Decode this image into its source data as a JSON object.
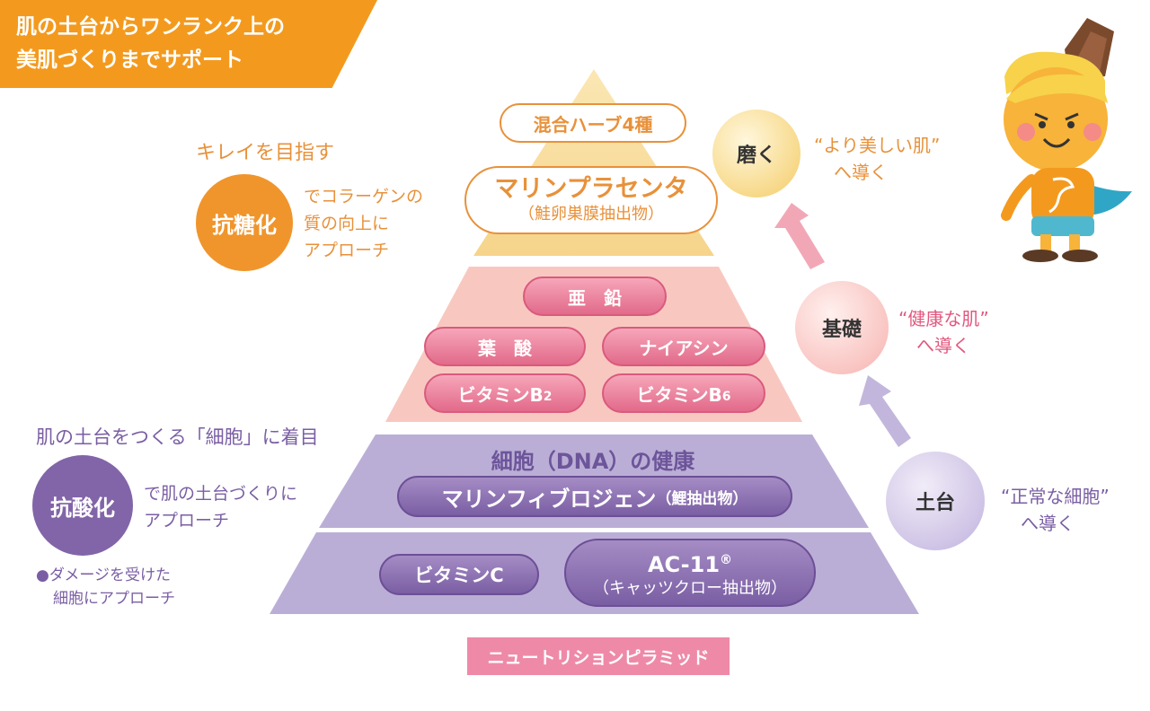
{
  "banner": {
    "line1": "肌の土台からワンランク上の",
    "line2": "美肌づくりまでサポート"
  },
  "top_tier": {
    "pill1": "混合ハーブ4種",
    "pill2_main": "マリンプラセンタ",
    "pill2_sub": "（鮭卵巣膜抽出物）"
  },
  "middle_tier": {
    "zinc": "亜　鉛",
    "folic": "葉　酸",
    "niacin": "ナイアシン",
    "b2_base": "ビタミンB",
    "b2_sub": "2",
    "b6_base": "ビタミンB",
    "b6_sub": "6"
  },
  "base_upper": {
    "title": "細胞（DNA）の健康",
    "pill_main": "マリンフィブロジェン",
    "pill_sub": "（鯉抽出物）"
  },
  "base_lower": {
    "vitc": "ビタミンC",
    "ac_main": "AC-11",
    "ac_mark": "®",
    "ac_sub": "（キャッツクロー抽出物）"
  },
  "left_top": {
    "heading": "キレイを目指す",
    "circle": "抗糖化",
    "l1": "でコラーゲンの",
    "l2": "質の向上に",
    "l3": "アプローチ"
  },
  "left_bottom": {
    "heading": "肌の土台をつくる「細胞」に着目",
    "circle": "抗酸化",
    "l1": "で肌の土台づくりに",
    "l2": "アプローチ",
    "b1": "●ダメージを受けた",
    "b2": "細胞にアプローチ"
  },
  "right": {
    "polish": "磨く",
    "polish_l1": "“より美しい肌”",
    "polish_l2": "へ導く",
    "health": "基礎",
    "health_l1": "“健康な肌”",
    "health_l2": "へ導く",
    "base": "土台",
    "base_l1": "“正常な細胞”",
    "base_l2": "へ導く"
  },
  "caption": "ニュートリションピラミッド",
  "colors": {
    "orange": "#f39a1e",
    "pink": "#e26a8a",
    "purple": "#7a5ea4"
  }
}
